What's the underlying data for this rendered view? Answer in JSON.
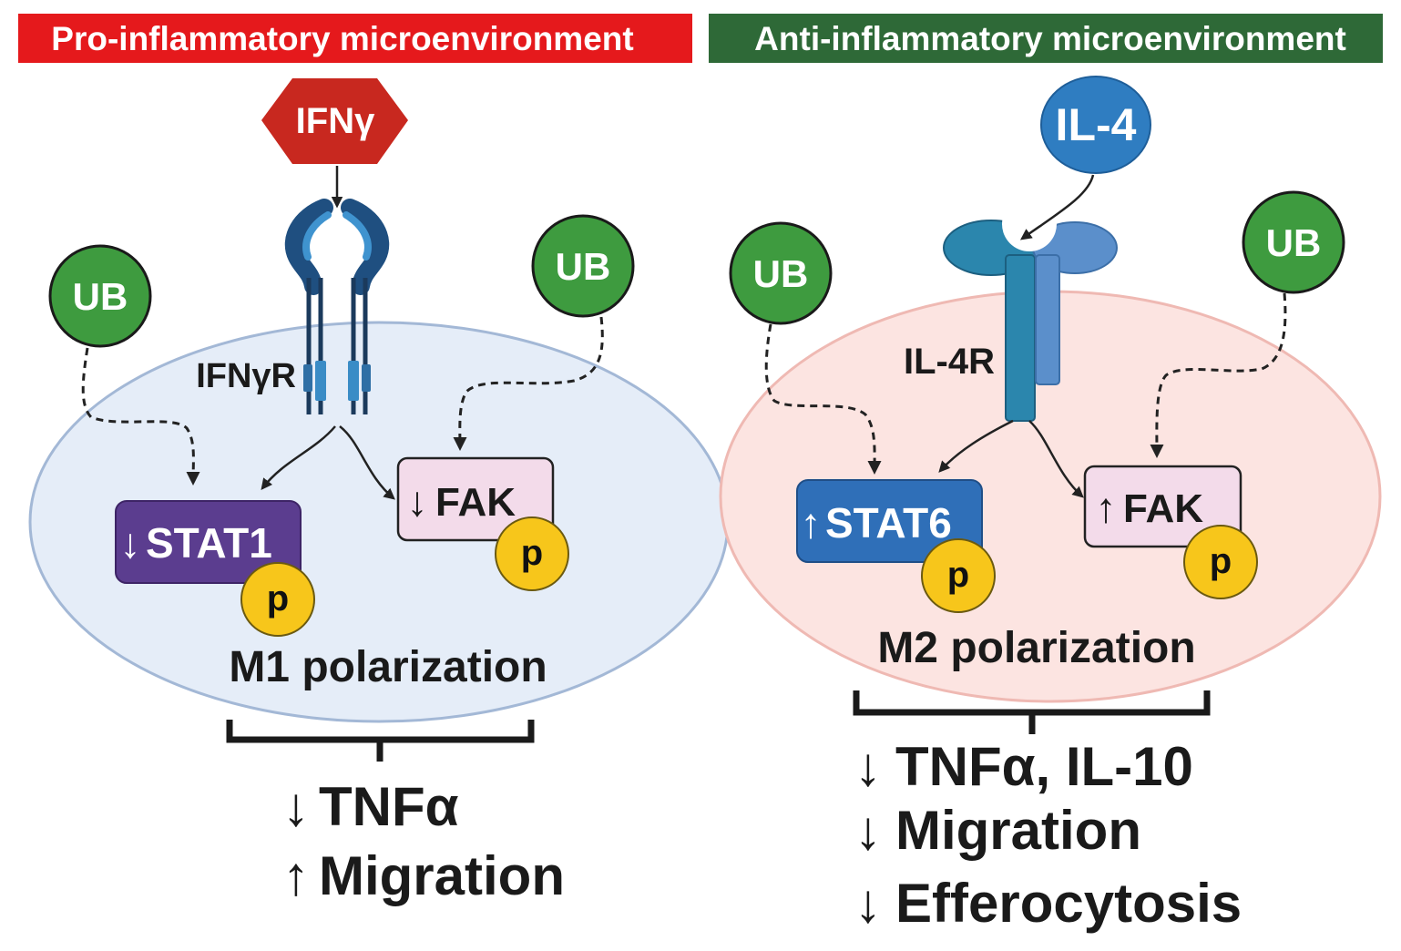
{
  "colors": {
    "pro_header": "#e5191c",
    "anti_header": "#2e6937",
    "ifng": "#c8281f",
    "il4": "#2f7dc1",
    "ub": "#3e9b3f",
    "stat1": "#5b3d8f",
    "stat6": "#2f6fb8",
    "fak": "#f3dbea",
    "phospho": "#f7c61b",
    "pro_cell": "#e5edf8",
    "anti_cell": "#fce4e1"
  },
  "pro": {
    "header": "Pro-inflammatory microenvironment",
    "ligand": "IFNγ",
    "receptor": "IFNγR",
    "ub_left": "UB",
    "ub_right": "UB",
    "stat": {
      "arrow": "↓",
      "label": "STAT1",
      "phospho": "p"
    },
    "fak": {
      "arrow": "↓",
      "label": "FAK",
      "phospho": "p"
    },
    "polarization": "M1 polarization",
    "outcomes": [
      {
        "arrow": "↓",
        "label": "TNFα"
      },
      {
        "arrow": "↑",
        "label": "Migration"
      }
    ]
  },
  "anti": {
    "header": "Anti-inflammatory microenvironment",
    "ligand": "IL-4",
    "receptor": "IL-4R",
    "ub_left": "UB",
    "ub_right": "UB",
    "stat": {
      "arrow": "↑",
      "label": "STAT6",
      "phospho": "p"
    },
    "fak": {
      "arrow": "↑",
      "label": "FAK",
      "phospho": "p"
    },
    "polarization": "M2 polarization",
    "outcomes": [
      {
        "arrow": "↓",
        "label": "TNFα, IL-10"
      },
      {
        "arrow": "↓",
        "label": "Migration"
      },
      {
        "arrow": "↓",
        "label": "Efferocytosis"
      }
    ]
  }
}
